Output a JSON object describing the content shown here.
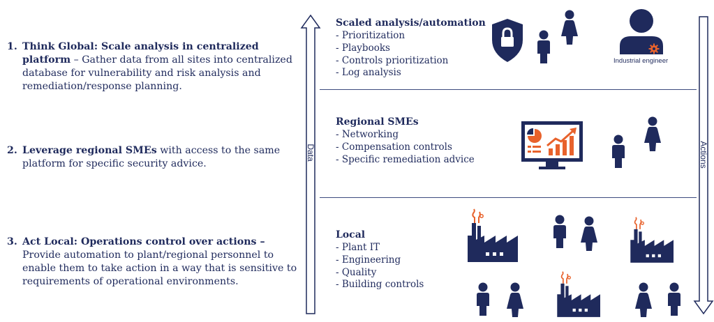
{
  "steps": [
    {
      "number": "1.",
      "bold": "Think Global: Scale analysis in centralized platform",
      "text": " – Gather data from all sites into centralized database for vulnerability and risk analysis and remediation/response planning."
    },
    {
      "number": "2.",
      "bold": "Leverage regional SMEs",
      "text": " with access to the same platform for specific security advice."
    },
    {
      "number": "3.",
      "bold": "Act Local: Operations control over actions –",
      "text": " Provide automation to plant/regional personnel to enable them to take action in a way that is sensitive to requirements of operational environments."
    }
  ],
  "tiers": [
    {
      "title": "Scaled analysis/automation",
      "items": [
        "Prioritization",
        "Playbooks",
        "Controls prioritization",
        "Log analysis"
      ]
    },
    {
      "title": "Regional SMEs",
      "items": [
        "Networking",
        "Compensation controls",
        "Specific remediation advice"
      ]
    },
    {
      "title": "Local",
      "items": [
        "Plant IT",
        "Engineering",
        "Quality",
        "Building controls"
      ]
    }
  ],
  "arrows": {
    "up_label": "Data",
    "down_label": "Actions"
  },
  "captions": {
    "engineer": "Industrial engineer"
  },
  "icons": [
    "shield-lock-icon",
    "person-icon",
    "industrial-engineer-icon",
    "gear-icon",
    "monitor-chart-icon",
    "factory-icon"
  ],
  "colors": {
    "navy": "#1f2a5c",
    "orange": "#e8622c"
  }
}
